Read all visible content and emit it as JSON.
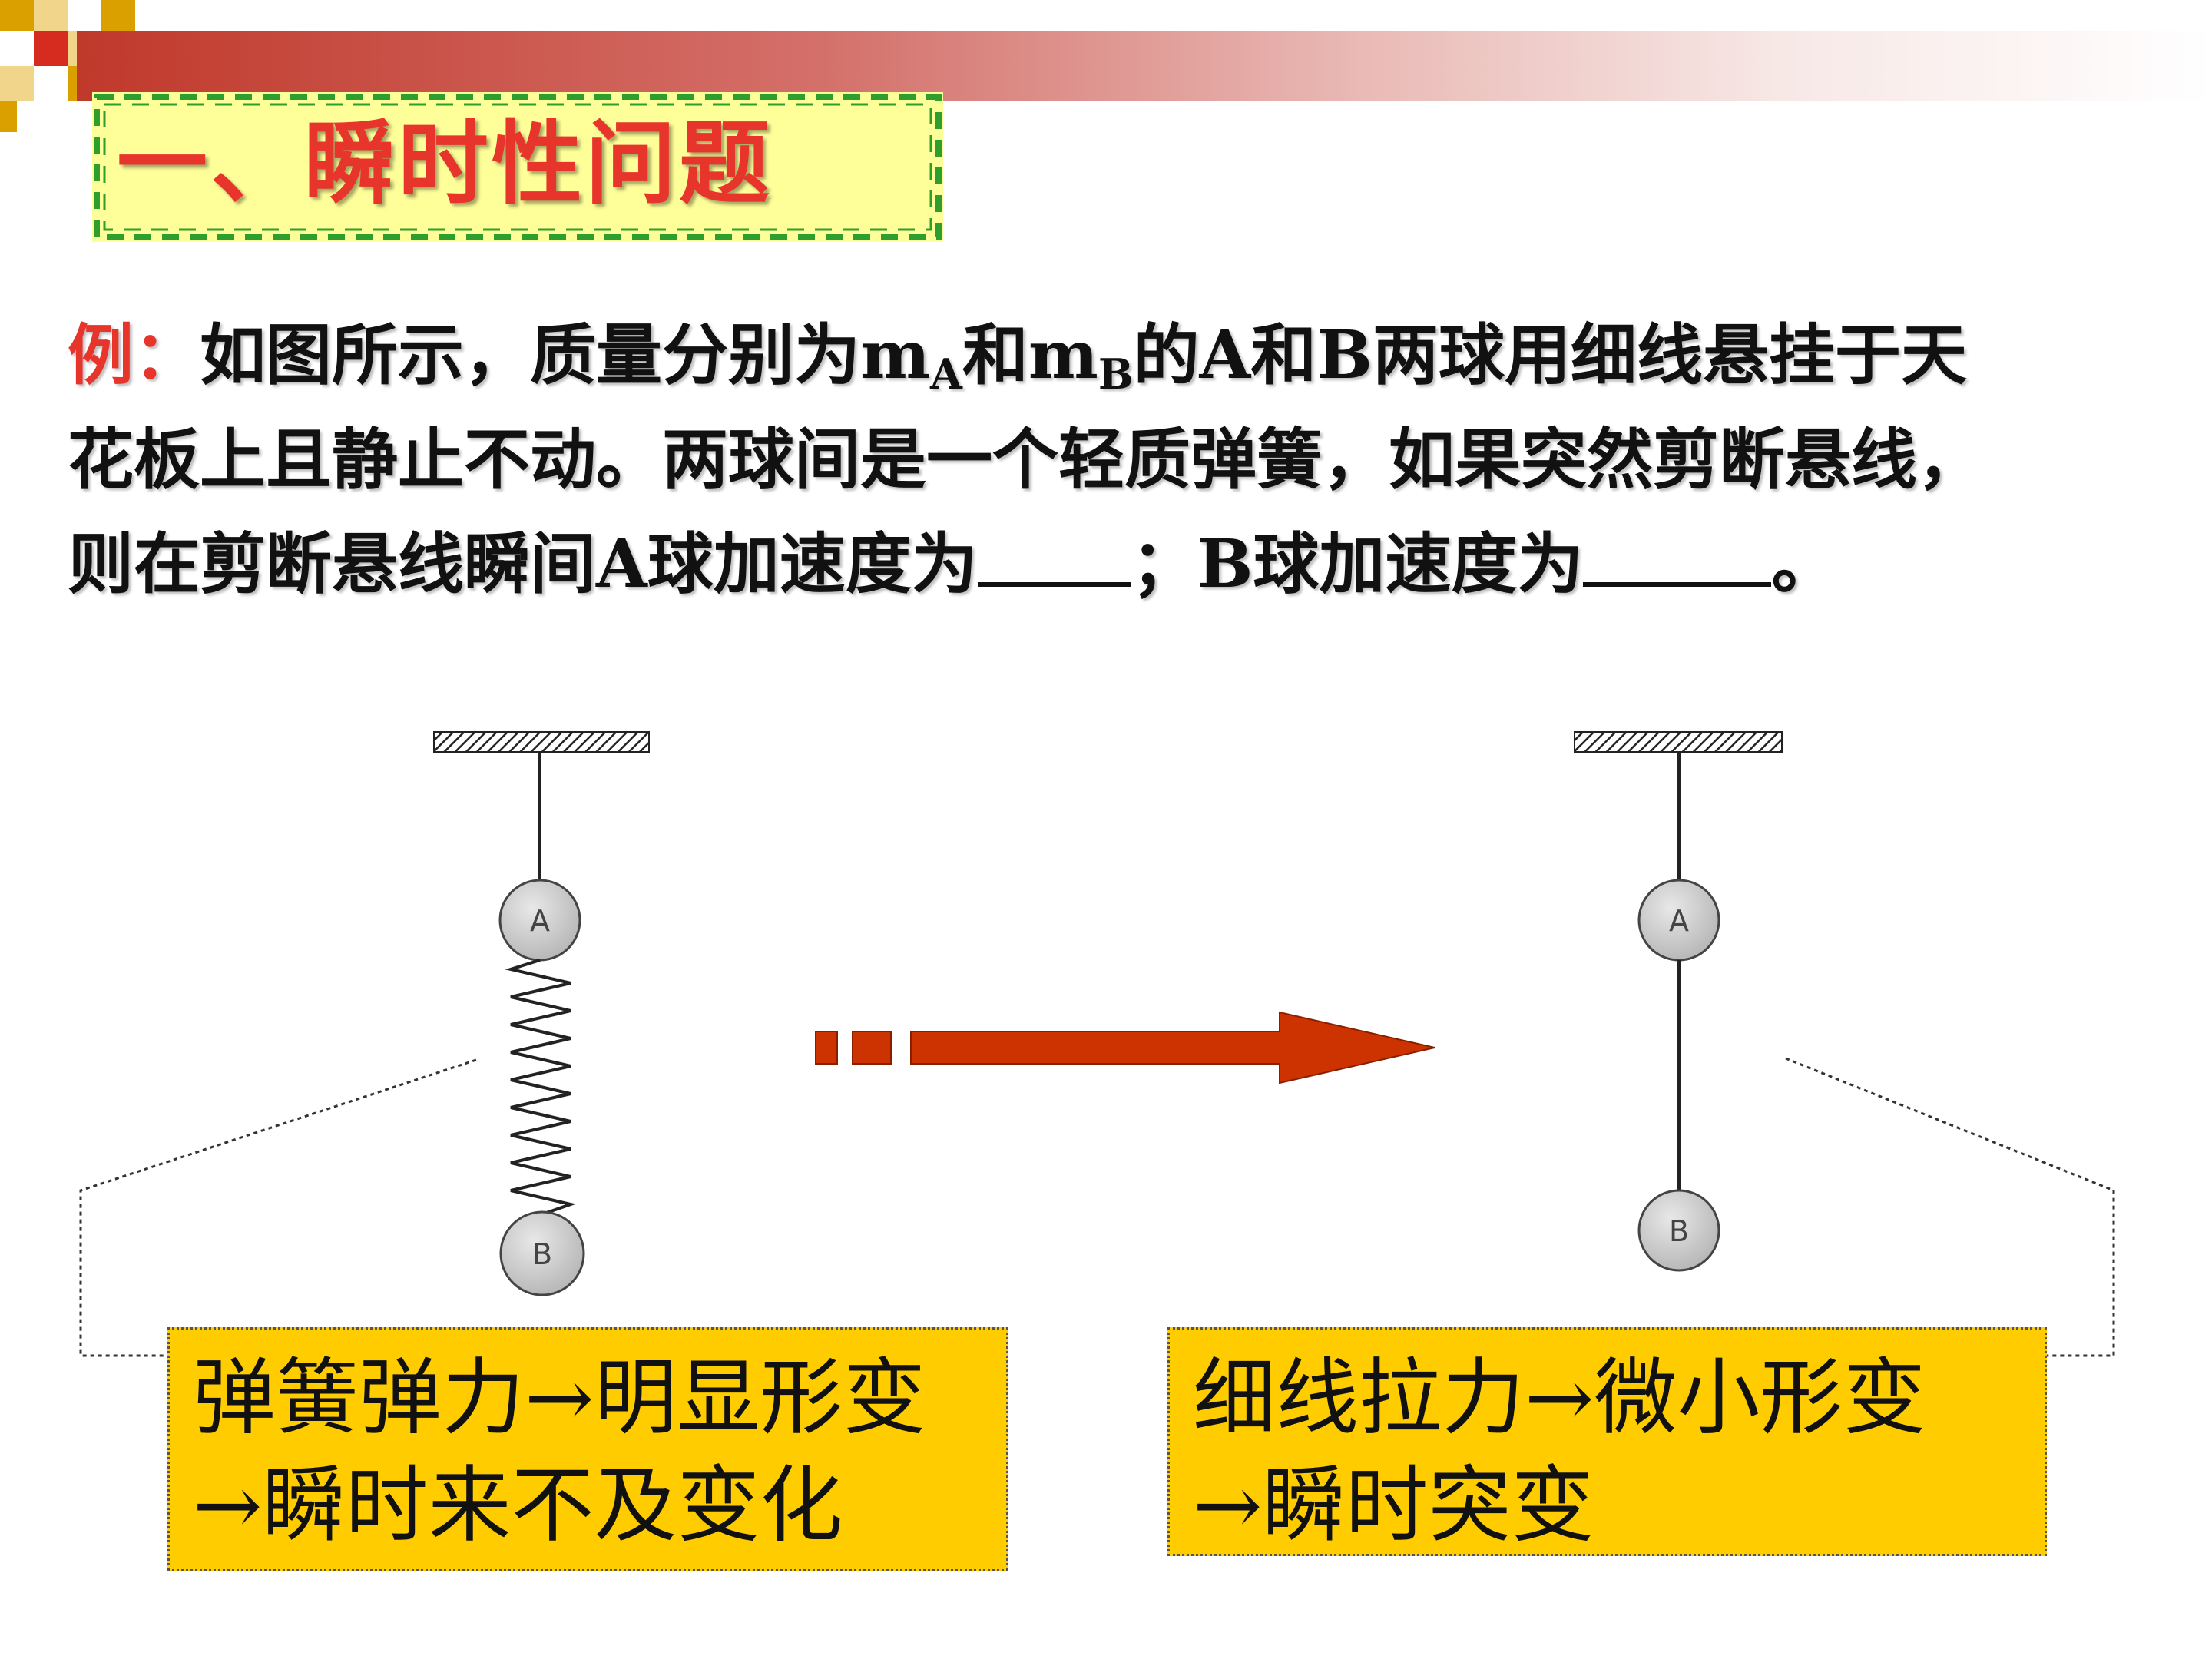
{
  "slide": {
    "title": "一、瞬时性问题",
    "question": {
      "label": "例：",
      "line1_a": "如图所示，质量分别为m",
      "sub_a": "A",
      "line1_b": "和m",
      "sub_b": "B",
      "line1_c": "的A和B两球用细线悬挂于天",
      "line2": "花板上且静止不动。两球间是一个轻质弹簧，如果突然剪断悬线，",
      "line3_a": "则在剪断悬线瞬间A球加速度为",
      "line3_b": "；B球加速度为",
      "line3_c": "。"
    },
    "diagram": {
      "left_top_ball": "A",
      "left_bottom_ball": "B",
      "right_top_ball": "A",
      "right_bottom_ball": "B"
    },
    "notes": {
      "left_line1": "弹簧弹力→明显形变",
      "left_line2": "→瞬时来不及变化",
      "right_line1": "细线拉力→微小形变",
      "right_line2": "→瞬时突变"
    },
    "colors": {
      "title_red": "#e8352b",
      "title_box": "#ffff99",
      "note_box": "#ffcc00",
      "arrow": "#cc3300",
      "ball_fill": "#cccccc"
    }
  }
}
